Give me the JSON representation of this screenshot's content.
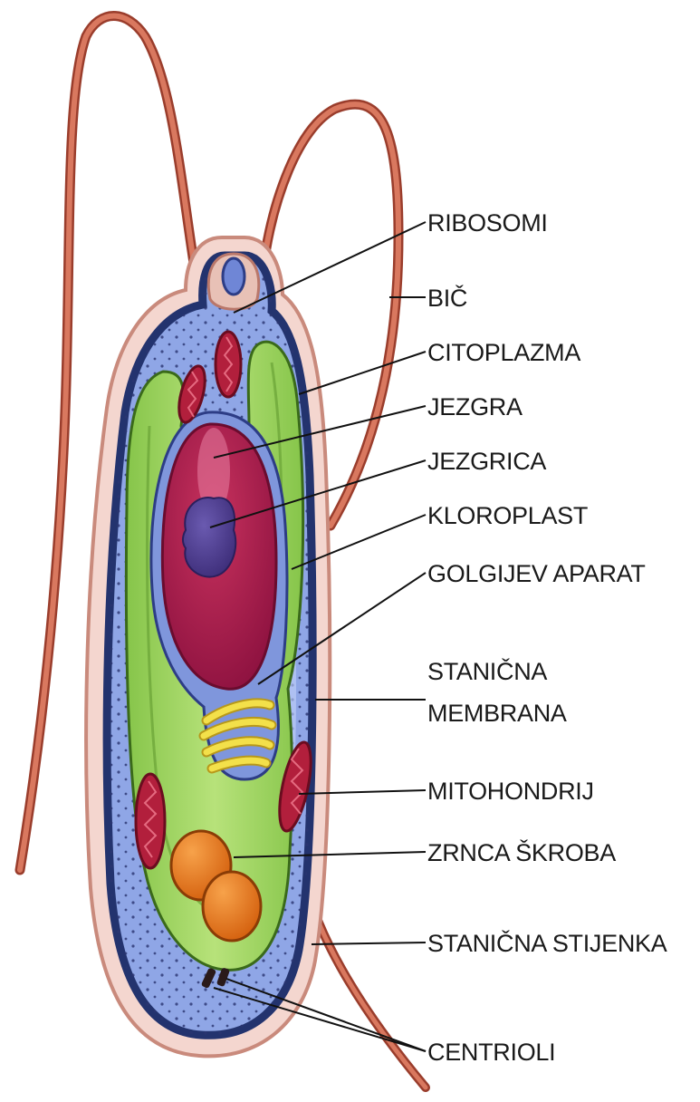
{
  "labels": {
    "ribosomi": "RIBOSOMI",
    "bic": "BIČ",
    "citoplazma": "CITOPLAZMA",
    "jezgra": "JEZGRA",
    "jezgrica": "JEZGRICA",
    "kloroplast": "KLOROPLAST",
    "golgijev": "GOLGIJEV APARAT",
    "membrana_1": "STANIČNA",
    "membrana_2": "MEMBRANA",
    "mitohondrij": "MITOHONDRIJ",
    "skrob": "ZRNCA ŠKROBA",
    "stijenka": "STANIČNA STIJENKA",
    "centrioli": "CENTRIOLI"
  },
  "colors": {
    "flagellum": "#c8644e",
    "cell_wall": "#f4d6cf",
    "cytoplasm": "#8fa6e6",
    "membrane": "#23336e",
    "chloroplast": "#9dd35a",
    "nucleus": "#a8194a",
    "nucleolus": "#4d3a8e",
    "golgi": "#f3e04a",
    "mitochondrion": "#b21f3c",
    "starch": "#e8751c"
  }
}
